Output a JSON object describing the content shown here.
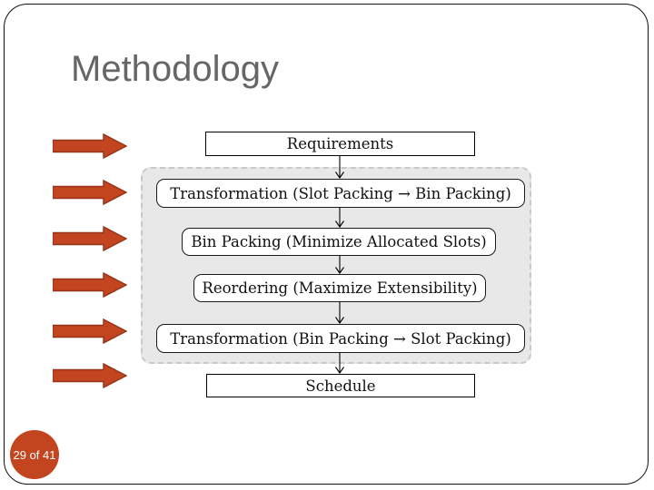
{
  "slide": {
    "title": "Methodology",
    "page_indicator": "29 of 41"
  },
  "flowchart": {
    "nodes": [
      {
        "label": "Requirements",
        "shape": "rectangle"
      },
      {
        "label": "Transformation (Slot Packing → Bin Packing)",
        "shape": "rounded"
      },
      {
        "label": "Bin Packing (Minimize Allocated Slots)",
        "shape": "rounded"
      },
      {
        "label": "Reordering (Maximize Extensibility)",
        "shape": "rounded"
      },
      {
        "label": "Transformation (Bin Packing → Slot Packing)",
        "shape": "rounded"
      },
      {
        "label": "Schedule",
        "shape": "rectangle"
      }
    ],
    "flow_direction": "top-to-bottom"
  },
  "decorations": {
    "bullet_arrow_icon": "right-block-arrow",
    "bullet_arrow_count": 6
  },
  "colors": {
    "accent_orange": "#c2451f",
    "accent_orange_outline": "#96331a",
    "title_gray": "#666666",
    "panel_fill": "#e8e8e8",
    "panel_border": "#c9c9c9",
    "node_border": "#000000",
    "slide_border": "#111111",
    "badge_text": "#ffffff"
  }
}
